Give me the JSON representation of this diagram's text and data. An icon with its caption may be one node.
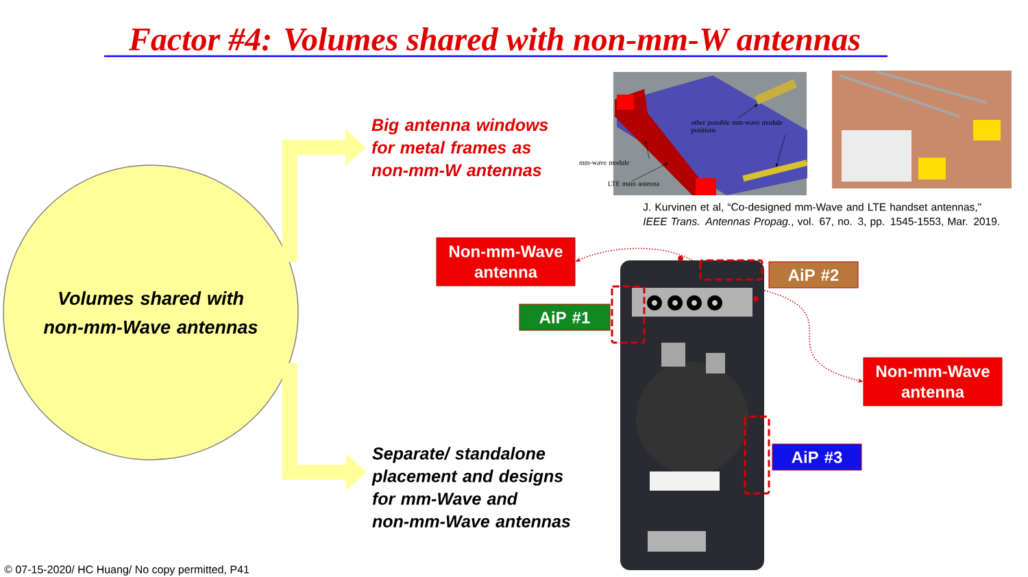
{
  "diagram": {
    "title": "Factor #4: Volumes shared with non-mm-W antennas",
    "nodes": [
      {
        "text": [
          "Volumes shared with non-mm-Wave antennas"
        ]
      },
      {
        "text": [
          "Big antenna windows for metal frames as non-mm-W antennas"
        ]
      },
      {
        "text": [
          "Separate/ standalone placement and designs for mm-Wave and non-mm-Wave antennas"
        ]
      },
      {
        "text": [
          "Non-mm-Wave antenna"
        ]
      },
      {
        "text": [
          "AiP #1"
        ]
      },
      {
        "text": [
          "AiP #2"
        ]
      },
      {
        "text": [
          "Non-mm-Wave antenna"
        ]
      },
      {
        "text": [
          "AiP #3"
        ]
      },
      {
        "text": [],
        "shape": "picture"
      },
      {
        "text": [],
        "shape": "picture"
      },
      {
        "text": [
          "other possible mm-wave module positions"
        ],
        "in": 9
      },
      {
        "text": [
          "mm-wave module"
        ]
      },
      {
        "text": [
          "LTE main antenna"
        ]
      },
      {
        "text": [],
        "shape": "picture"
      },
      {
        "text": [],
        "shape": "bar",
        "in": 9
      },
      {
        "text": [],
        "shape": "bar",
        "in": 9
      }
    ],
    "edges": [
      {
        "from": 0,
        "to": 1,
        "arrow": "to",
        "style": "thick",
        "color": "#ffff99"
      },
      {
        "from": 0,
        "to": 2,
        "arrow": "to",
        "style": "thick",
        "color": "#ffff99"
      },
      {
        "from": 8,
        "to": 3,
        "arrow": "to",
        "style": "dashed",
        "color": "#cc0000"
      },
      {
        "from": 8,
        "to": 6,
        "arrow": "to",
        "style": "dashed",
        "color": "#cc0000"
      },
      {
        "from": 10,
        "to": 14,
        "arrow": "to",
        "color": "#000000"
      },
      {
        "from": 10,
        "to": 15,
        "arrow": "to",
        "color": "#000000"
      },
      {
        "from": 11,
        "to": 9,
        "arrow": "to",
        "color": "#000000"
      },
      {
        "from": 12,
        "to": 9,
        "arrow": "to",
        "color": "#000000"
      }
    ],
    "labels": [
      "J. Kurvinen et al, “Co-designed mm-Wave and LTE handset antennas,\" *IEEE Trans. Antennas Propag.*, vol. 67, no. 3, pp. 1545-1553, Mar. 2019.",
      "© 07-15-2020/ HC Huang/ No copy permitted, P41"
    ]
  }
}
